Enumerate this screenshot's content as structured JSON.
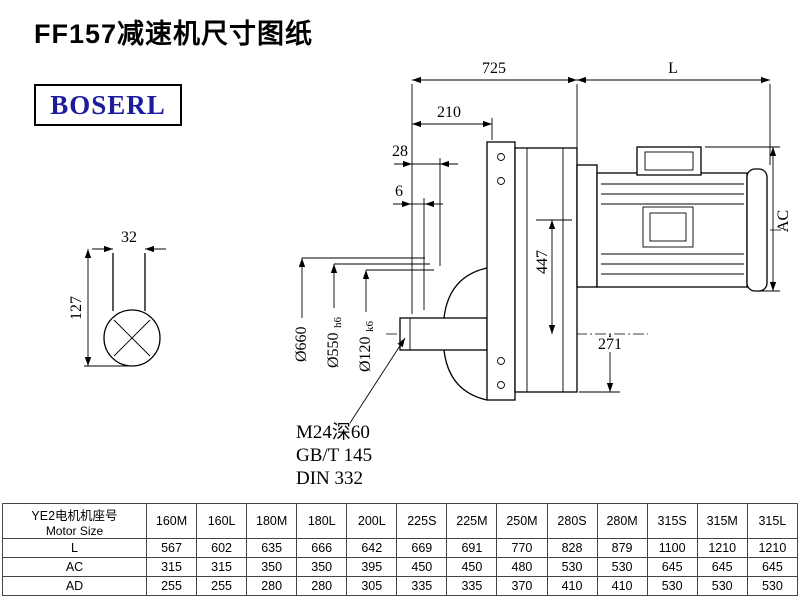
{
  "page": {
    "title": "FF157减速机尺寸图纸",
    "logo": "BOSERL"
  },
  "drawing": {
    "dim_725": "725",
    "dim_L": "L",
    "dim_210": "210",
    "dim_28": "28",
    "dim_6": "6",
    "dim_32": "32",
    "dim_127": "127",
    "dim_447": "447",
    "dim_271": "271",
    "dim_AC": "AC",
    "dia_660": "Ø660",
    "dia_550": "Ø550",
    "dia_550_tol": "h6",
    "dia_120": "Ø120",
    "dia_120_tol": "k6",
    "callout_thread": "M24深60",
    "callout_std1": "GB/T 145",
    "callout_std2": "DIN 332"
  },
  "table": {
    "header": {
      "line1": "YE2电机机座号",
      "line2": "Motor Size"
    },
    "columns": [
      "160M",
      "160L",
      "180M",
      "180L",
      "200L",
      "225S",
      "225M",
      "250M",
      "280S",
      "280M",
      "315S",
      "315M",
      "315L"
    ],
    "rows": [
      {
        "label": "L",
        "values": [
          "567",
          "602",
          "635",
          "666",
          "642",
          "669",
          "691",
          "770",
          "828",
          "879",
          "1100",
          "1210",
          "1210"
        ]
      },
      {
        "label": "AC",
        "values": [
          "315",
          "315",
          "350",
          "350",
          "395",
          "450",
          "450",
          "480",
          "530",
          "530",
          "645",
          "645",
          "645"
        ]
      },
      {
        "label": "AD",
        "values": [
          "255",
          "255",
          "280",
          "280",
          "305",
          "335",
          "335",
          "370",
          "410",
          "410",
          "530",
          "530",
          "530"
        ]
      }
    ]
  }
}
